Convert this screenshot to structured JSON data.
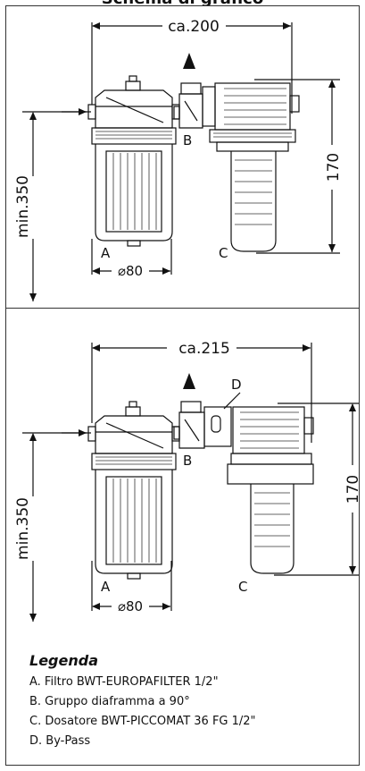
{
  "header": {
    "title": "Schema di grafico"
  },
  "diagram_top": {
    "width_dim": "ca.200",
    "height_dim": "170",
    "min_dim": "min.350",
    "diameter": "⌀80",
    "label_a": "A",
    "label_b": "B",
    "label_c": "C"
  },
  "diagram_bottom": {
    "width_dim": "ca.215",
    "height_dim": "170",
    "min_dim": "min.350",
    "diameter": "⌀80",
    "label_a": "A",
    "label_b": "B",
    "label_c": "C",
    "label_d": "D"
  },
  "legend": {
    "title": "Legenda",
    "items": [
      "A. Filtro BWT-EUROPAFILTER 1/2\"",
      "B. Gruppo diaframma a 90°",
      "C. Dosatore BWT-PICCOMAT 36 FG 1/2\"",
      "D. By-Pass"
    ]
  }
}
